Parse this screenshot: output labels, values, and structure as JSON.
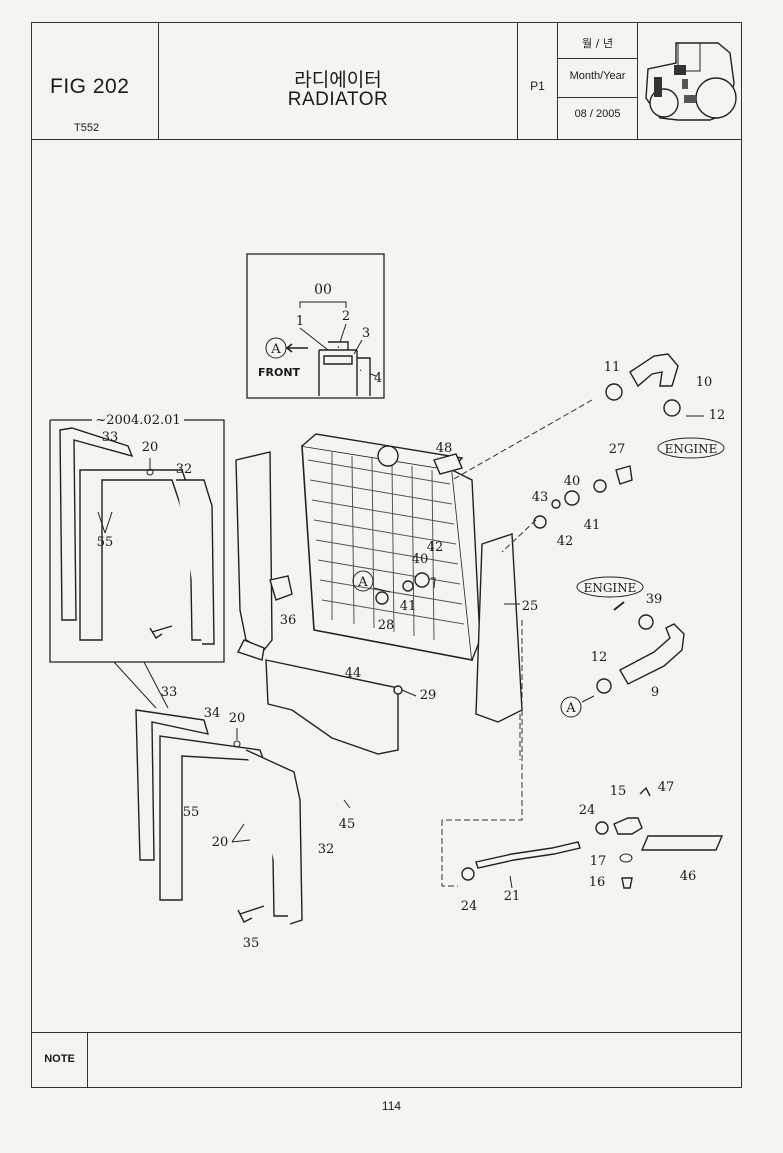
{
  "header": {
    "fig_label": "FIG 202",
    "model": "T552",
    "title_ko": "라디에이터",
    "title_en": "RADIATOR",
    "page": "P1",
    "date_label_ko": "월 / 년",
    "date_label_en": "Month/Year",
    "date_value": "08 / 2005"
  },
  "diagram": {
    "inset_group_label": "00",
    "front_label": "FRONT",
    "view_marker": "A",
    "old_version_label": "~2004.02.01",
    "engine_label": "ENGINE",
    "callouts": {
      "c1": "1",
      "c2": "2",
      "c3": "3",
      "c4": "4",
      "c9": "9",
      "c10": "10",
      "c11": "11",
      "c12a": "12",
      "c12b": "12",
      "c15": "15",
      "c16": "16",
      "c17": "17",
      "c20a": "20",
      "c20b": "20",
      "c20c": "20",
      "c21": "21",
      "c24a": "24",
      "c24b": "24",
      "c25": "25",
      "c27": "27",
      "c28": "28",
      "c29": "29",
      "c32a": "32",
      "c32b": "32",
      "c33a": "33",
      "c33b": "33",
      "c34": "34",
      "c35": "35",
      "c36": "36",
      "c39": "39",
      "c40a": "40",
      "c40b": "40",
      "c41a": "41",
      "c41b": "41",
      "c42a": "42",
      "c42b": "42",
      "c43": "43",
      "c44": "44",
      "c45": "45",
      "c46": "46",
      "c47": "47",
      "c48": "48",
      "c55a": "55",
      "c55b": "55"
    }
  },
  "note": {
    "label": "NOTE"
  },
  "footer": {
    "page_number": "114"
  }
}
